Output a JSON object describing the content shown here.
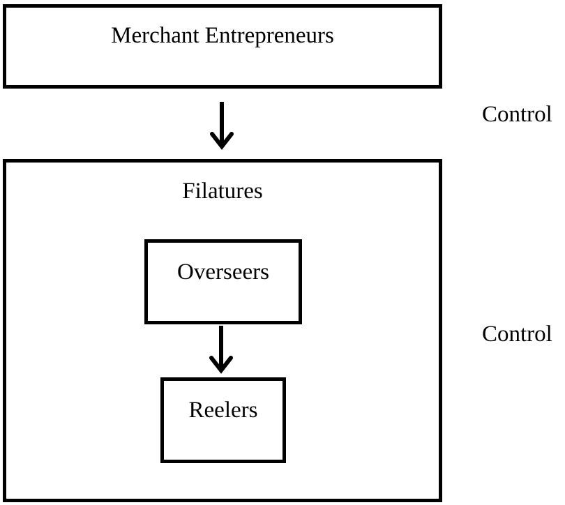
{
  "diagram": {
    "top_box": {
      "label": "Merchant Entrepreneurs"
    },
    "outer_box": {
      "label": "Filatures"
    },
    "inner_top_box": {
      "label": "Overseers"
    },
    "inner_bottom_box": {
      "label": "Reelers"
    },
    "side_labels": {
      "upper": "Control",
      "lower": "Control"
    }
  }
}
